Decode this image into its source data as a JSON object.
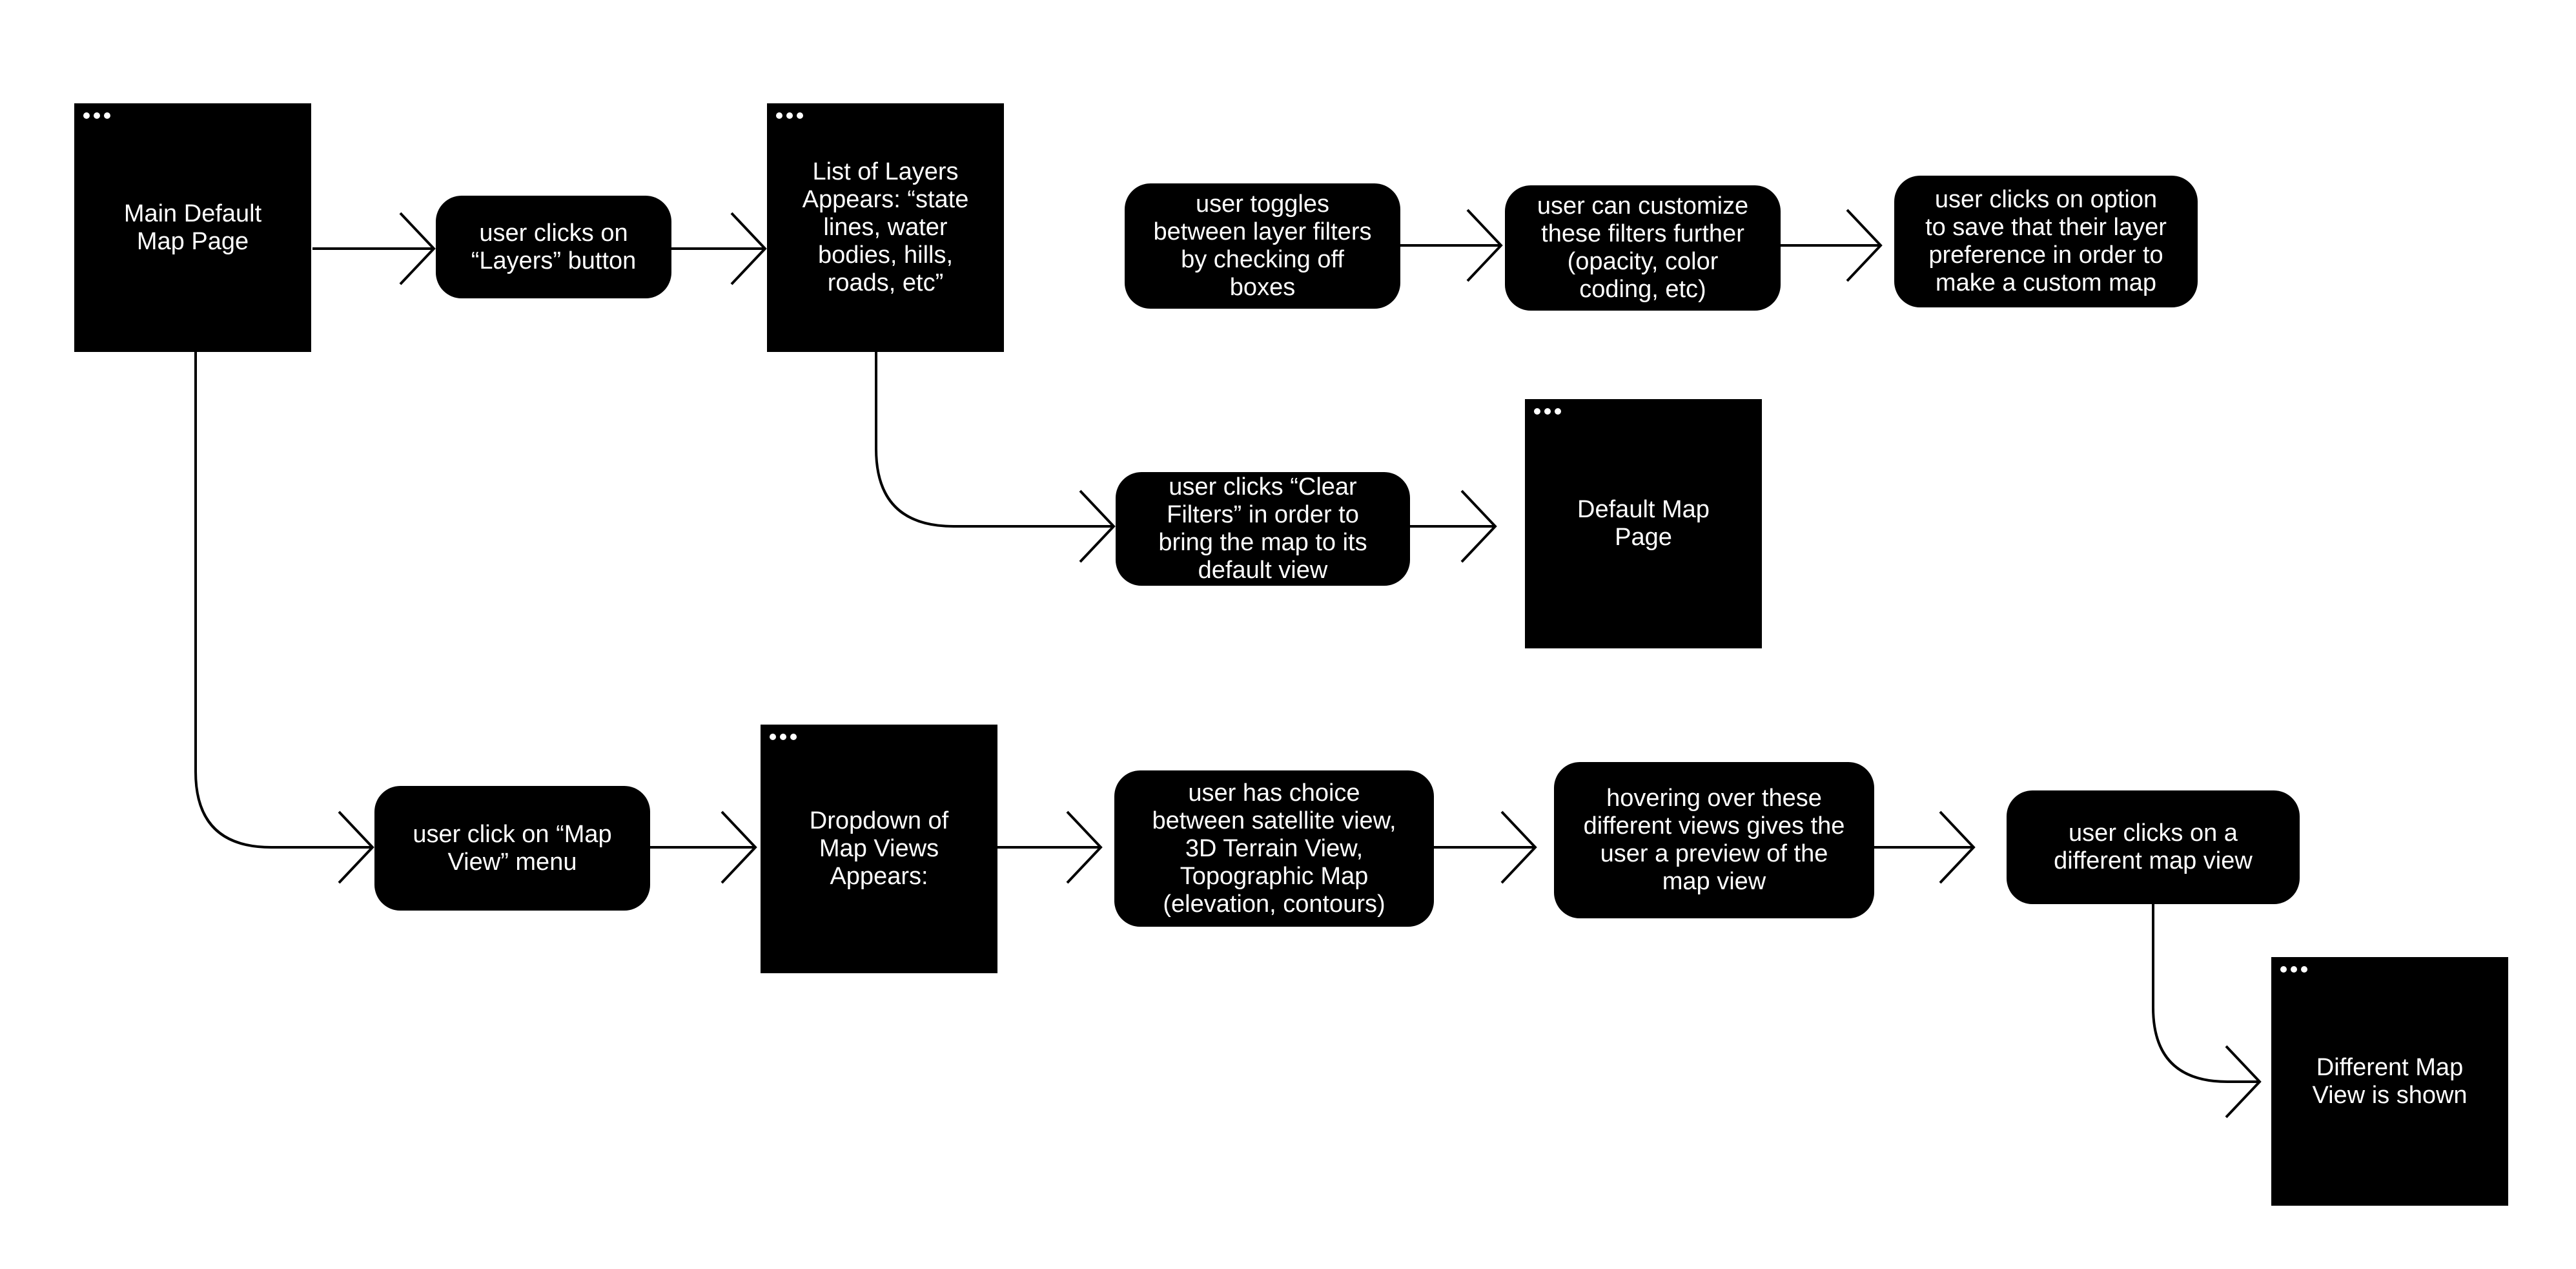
{
  "diagram": {
    "nodes": [
      {
        "id": "main-default-map-page",
        "kind": "screen",
        "label": "Main Default\nMap Page"
      },
      {
        "id": "layers-click",
        "kind": "step",
        "label": "user clicks on\n“Layers” button"
      },
      {
        "id": "layers-list",
        "kind": "screen",
        "label": "List of Layers\nAppears: “state\nlines, water\nbodies, hills,\nroads, etc”"
      },
      {
        "id": "toggle-filters",
        "kind": "step",
        "label": "user toggles\nbetween layer filters\nby checking off\nboxes"
      },
      {
        "id": "customize-filters",
        "kind": "step",
        "label": "user can customize\nthese filters further\n(opacity, color\ncoding, etc)"
      },
      {
        "id": "save-preference",
        "kind": "step",
        "label": "user clicks on option\nto save that their layer\npreference in order to\nmake a custom map"
      },
      {
        "id": "clear-filters",
        "kind": "step",
        "label": "user clicks “Clear\nFilters” in order to\nbring the map to its\ndefault view"
      },
      {
        "id": "default-map-page",
        "kind": "screen",
        "label": "Default Map\nPage"
      },
      {
        "id": "map-view-click",
        "kind": "step",
        "label": "user click on “Map\nView” menu"
      },
      {
        "id": "map-views-dropdown",
        "kind": "screen",
        "label": "Dropdown of\nMap Views\nAppears:"
      },
      {
        "id": "view-choice",
        "kind": "step",
        "label": "user has choice\nbetween satellite view,\n3D Terrain View,\nTopographic Map\n(elevation, contours)"
      },
      {
        "id": "hover-preview",
        "kind": "step",
        "label": "hovering over these\ndifferent views gives the\nuser a preview of the\nmap view"
      },
      {
        "id": "different-view-click",
        "kind": "step",
        "label": "user clicks on a\ndifferent map view"
      },
      {
        "id": "different-view-shown",
        "kind": "screen",
        "label": "Different Map\nView is shown"
      }
    ],
    "edges": [
      {
        "from": "main-default-map-page",
        "to": "layers-click"
      },
      {
        "from": "layers-click",
        "to": "layers-list"
      },
      {
        "from": "toggle-filters",
        "to": "customize-filters"
      },
      {
        "from": "customize-filters",
        "to": "save-preference"
      },
      {
        "from": "layers-list",
        "to": "clear-filters"
      },
      {
        "from": "clear-filters",
        "to": "default-map-page"
      },
      {
        "from": "main-default-map-page",
        "to": "map-view-click"
      },
      {
        "from": "map-view-click",
        "to": "map-views-dropdown"
      },
      {
        "from": "map-views-dropdown",
        "to": "view-choice"
      },
      {
        "from": "view-choice",
        "to": "hover-preview"
      },
      {
        "from": "hover-preview",
        "to": "different-view-click"
      },
      {
        "from": "different-view-click",
        "to": "different-view-shown"
      }
    ]
  }
}
